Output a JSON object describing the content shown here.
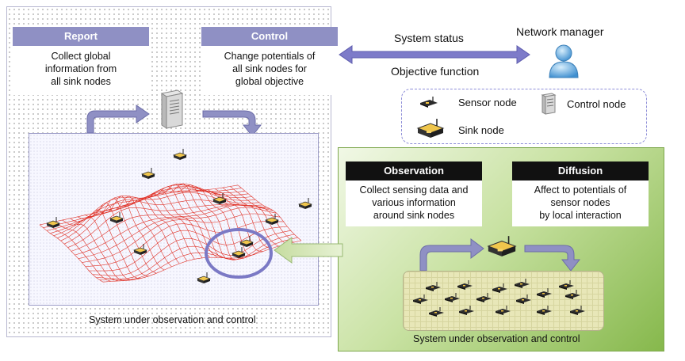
{
  "report": {
    "title": "Report",
    "lines": [
      "Collect global",
      "information from",
      "all sink nodes"
    ]
  },
  "control": {
    "title": "Control",
    "lines": [
      "Change potentials of",
      "all sink nodes for",
      "global objective"
    ]
  },
  "labels": {
    "system_status": "System status",
    "objective_function": "Objective function",
    "network_manager": "Network manager",
    "left_caption": "System under observation and control",
    "right_caption": "System under observation and control"
  },
  "legend": {
    "sensor": "Sensor node",
    "control": "Control node",
    "sink": "Sink node"
  },
  "observation": {
    "title": "Observation",
    "lines": [
      "Collect sensing data and",
      "various information",
      "around sink nodes"
    ]
  },
  "diffusion": {
    "title": "Diffusion",
    "lines": [
      "Affect to potentials of",
      "sensor nodes",
      "by local interaction"
    ]
  },
  "colors": {
    "lavender": "#8f90c4",
    "mesh": "#e0342a",
    "green": "#86b84c",
    "highlight": "#7b79c5"
  }
}
